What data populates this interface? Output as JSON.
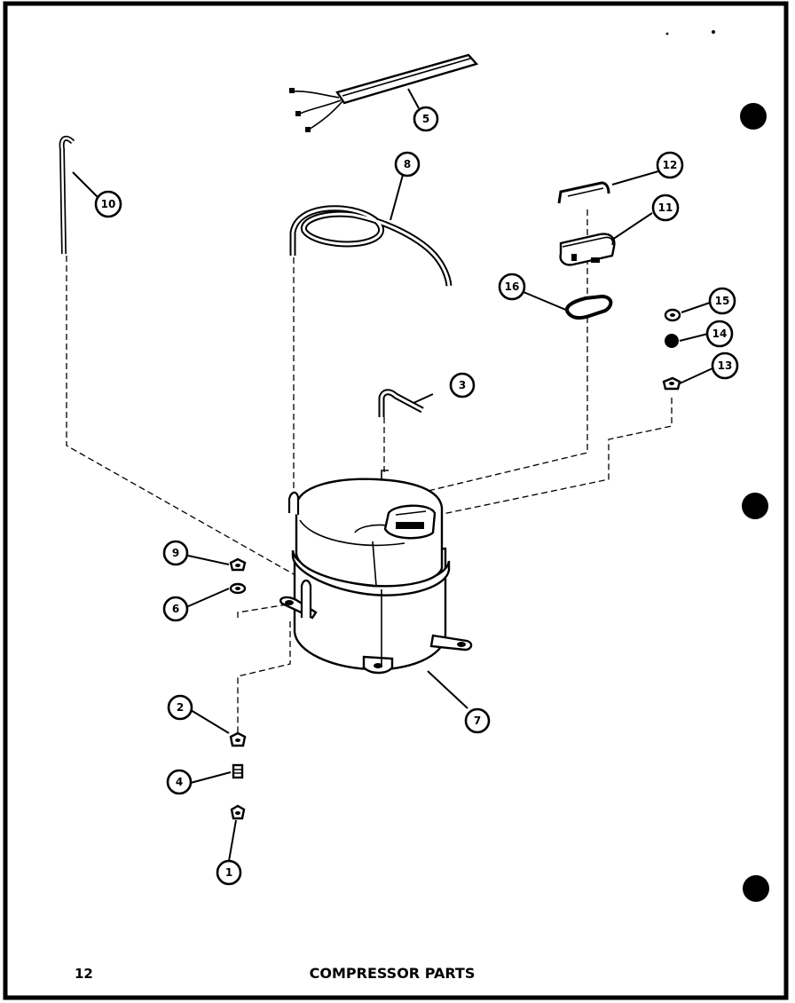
{
  "page": {
    "number": "12",
    "title": "COMPRESSOR PARTS"
  },
  "callouts": [
    {
      "id": "c1",
      "label": "1"
    },
    {
      "id": "c2",
      "label": "2"
    },
    {
      "id": "c3",
      "label": "3"
    },
    {
      "id": "c4",
      "label": "4"
    },
    {
      "id": "c5",
      "label": "5"
    },
    {
      "id": "c6",
      "label": "6"
    },
    {
      "id": "c7",
      "label": "7"
    },
    {
      "id": "c8",
      "label": "8"
    },
    {
      "id": "c9",
      "label": "9"
    },
    {
      "id": "c10",
      "label": "10"
    },
    {
      "id": "c11",
      "label": "11"
    },
    {
      "id": "c12",
      "label": "12"
    },
    {
      "id": "c13",
      "label": "13"
    },
    {
      "id": "c14",
      "label": "14"
    },
    {
      "id": "c15",
      "label": "15"
    },
    {
      "id": "c16",
      "label": "16"
    }
  ],
  "colors": {
    "ink": "#000000",
    "paper": "#ffffff",
    "border": "#000000"
  }
}
